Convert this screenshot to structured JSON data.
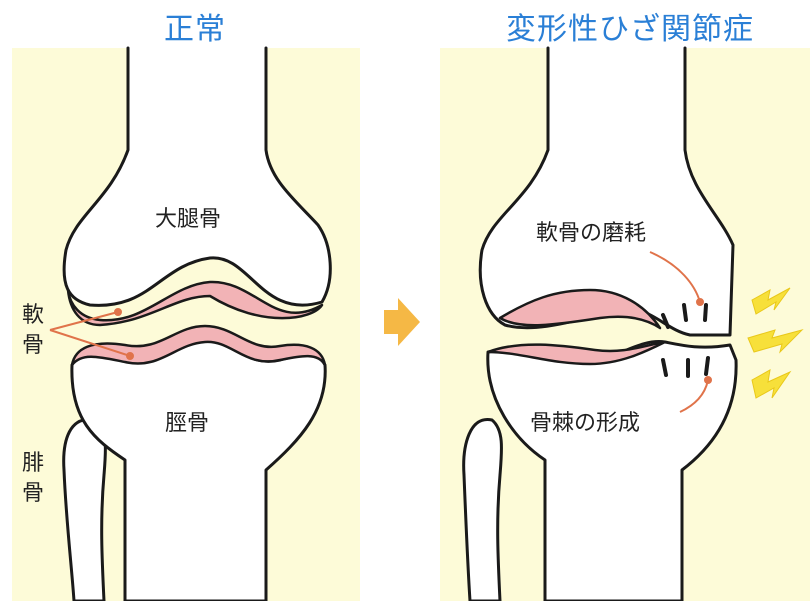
{
  "titles": {
    "normal": "正常",
    "oa": "変形性ひざ関節症"
  },
  "labels": {
    "femur": "大腿骨",
    "tibia": "脛骨",
    "cartilage_1": "軟",
    "cartilage_2": "骨",
    "fibula_1": "腓",
    "fibula_2": "骨",
    "wear": "軟骨の磨耗",
    "osteophyte": "骨棘の形成"
  },
  "colors": {
    "panel_bg": "#fdfbd8",
    "cartilage": "#f2b3b6",
    "outline": "#1a1a1a",
    "title": "#2a7fd6",
    "arrow": "#f5b845",
    "bolt": "#f7e03a",
    "leader": "#e0734a"
  }
}
